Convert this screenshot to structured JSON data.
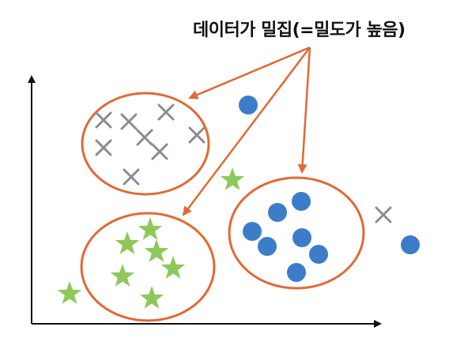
{
  "title": "데이터가 밀집(=밀도가 높음)",
  "colors": {
    "cluster_outline": "#e06a35",
    "arrow": "#e06a35",
    "axis": "#111111",
    "cross": "#8c8c8c",
    "circle_point": "#3d7cc9",
    "star_point": "#8fc85a"
  },
  "clusters": [
    {
      "name": "cross-cluster",
      "marker": "cross"
    },
    {
      "name": "star-cluster",
      "marker": "star"
    },
    {
      "name": "circle-cluster",
      "marker": "circle"
    }
  ],
  "outliers": [
    {
      "marker": "circle"
    },
    {
      "marker": "star"
    },
    {
      "marker": "star"
    },
    {
      "marker": "cross"
    },
    {
      "marker": "circle"
    }
  ]
}
